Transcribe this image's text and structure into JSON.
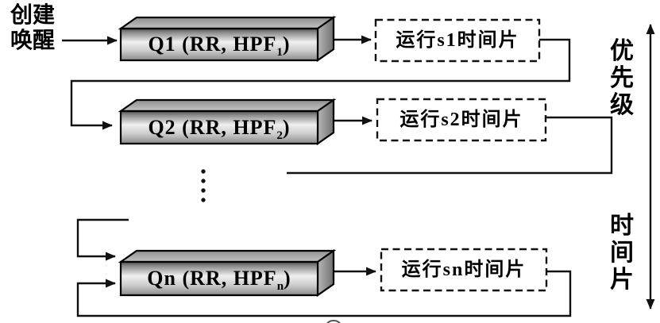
{
  "figure": {
    "type": "multilevel-feedback-queue-scheduling-diagram",
    "source_label": {
      "line1": "创建",
      "line2": "唤醒"
    },
    "rows": [
      {
        "queue_pre": "Q1 (RR, HPF",
        "queue_sub": "1",
        "queue_post": ")",
        "run_label": "运行s1时间片"
      },
      {
        "queue_pre": "Q2 (RR, HPF",
        "queue_sub": "2",
        "queue_post": ")",
        "run_label": "运行s2时间片"
      },
      {
        "queue_pre": "Qn (RR, HPF",
        "queue_sub": "n",
        "queue_post": ")",
        "run_label": "运行sn时间片"
      }
    ],
    "axis": {
      "top_label": "优先级",
      "bottom_label": "时间片"
    },
    "colors": {
      "line": "#111111",
      "box_border": "#000000",
      "box_highlight": "#efefef",
      "box_shadow": "#4f4f4f",
      "background": "#ffffff"
    }
  }
}
